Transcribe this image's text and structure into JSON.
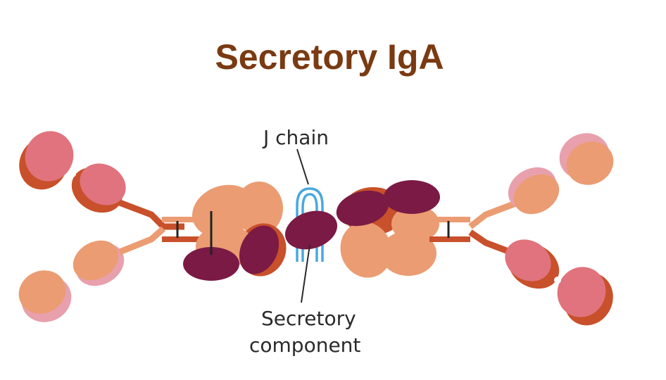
{
  "title": "Secretory IgA",
  "labels": {
    "j_chain": "J chain",
    "secretory_line1": "Secretory",
    "secretory_line2": "component"
  },
  "colors": {
    "title": "#7a3a12",
    "heavy_dark": "#c8502a",
    "light_salmon": "#eb9c72",
    "fab_pink": "#e0737d",
    "light_pink": "#e8a0ad",
    "secretory": "#7a1a45",
    "j_chain": "#4aa8dc",
    "hinge": "#c8502a",
    "ink": "#2a2a2a"
  }
}
